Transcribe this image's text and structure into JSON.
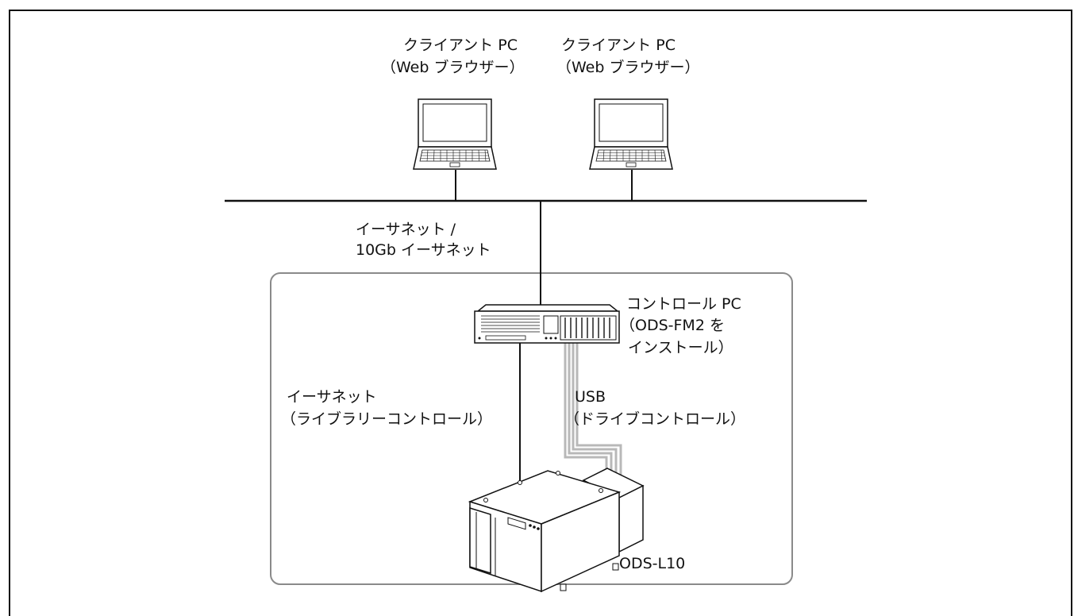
{
  "labels": {
    "client1_line1": "クライアント PC",
    "client1_line2": "（Web ブラウザー）",
    "client2_line1": "クライアント PC",
    "client2_line2": "（Web ブラウザー）",
    "network_line1": "イーサネット /",
    "network_line2": "10Gb イーサネット",
    "control_line1": "コントロール PC",
    "control_line2": "（ODS-FM2 を",
    "control_line3": "インストール）",
    "eth_line1": "イーサネット",
    "eth_line2": "（ライブラリーコントロール）",
    "usb_line1": "USB",
    "usb_line2": "（ドライブコントロール）",
    "library_label": "ODS-L10"
  },
  "colors": {
    "line": "#111111",
    "usb_cable": "#b8b8b8",
    "enclosure": "#8a8a8a"
  }
}
